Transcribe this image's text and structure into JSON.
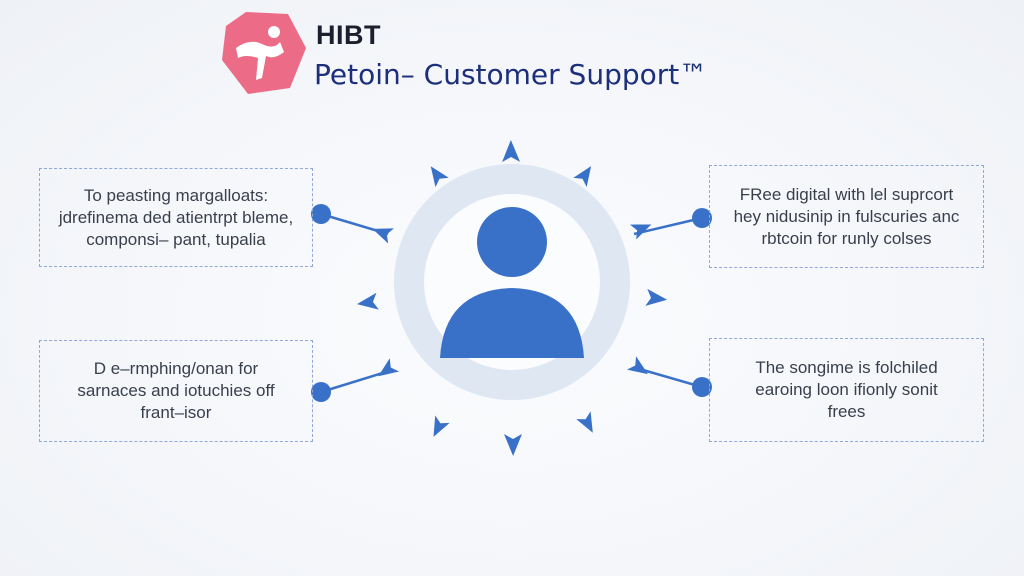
{
  "header": {
    "brand": "HIBT",
    "title": "Petoin– Customer Support™"
  },
  "boxes": {
    "top_left": [
      "To peasting margalloats:",
      "jdrefinema ded atientrpt bleme,",
      "componsi– pant, tupalia"
    ],
    "top_right": [
      "FRee digital with lel suprcort",
      "hey nidusinip in fulscuries anc",
      "rbtcoin for runly colses"
    ],
    "bottom_left": [
      "D e–rmphing/onan for",
      "sarnaces and iotuchies off",
      "frant–isor"
    ],
    "bottom_right": [
      "The songime is folchiled",
      "earoing loon ifionly sonit",
      "frees"
    ]
  },
  "icons": {
    "logo": "pink-hexagon-logo-icon",
    "center": "user-silhouette-icon",
    "rays": "arrowhead-icon"
  },
  "colors": {
    "primary_blue": "#3a71c8",
    "ring": "#dfe7f3",
    "logo_pink": "#ec6b86",
    "title": "#1c2f7a",
    "box_border": "#8fa8d6"
  }
}
